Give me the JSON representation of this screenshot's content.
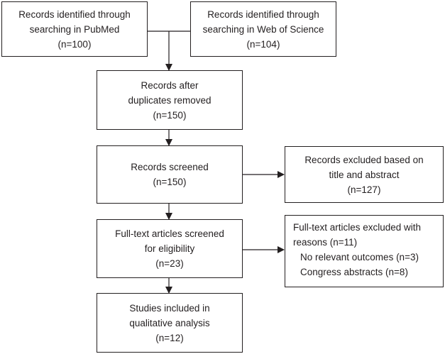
{
  "boxes": {
    "pubmed": {
      "lines": [
        "Records identified through",
        "searching in PubMed",
        "(n=100)"
      ]
    },
    "wos": {
      "lines": [
        "Records identified through",
        "searching in Web of Science",
        "(n=104)"
      ]
    },
    "after_duplicates": {
      "lines": [
        "Records after",
        "duplicates removed",
        "(n=150)"
      ]
    },
    "screened": {
      "lines": [
        "Records screened",
        "(n=150)"
      ]
    },
    "excluded_title": {
      "lines": [
        "Records excluded based on",
        "title and abstract",
        "(n=127)"
      ]
    },
    "fulltext": {
      "lines": [
        "Full-text articles screened",
        "for eligibility",
        "(n=23)"
      ]
    },
    "fulltext_excluded": {
      "lines": [
        "Full-text articles excluded with",
        "reasons  (n=11)"
      ],
      "reasons": [
        "No relevant outcomes (n=3)",
        "Congress abstracts (n=8)"
      ]
    },
    "included": {
      "lines": [
        "Studies included in",
        "qualitative analysis",
        "(n=12)"
      ]
    }
  },
  "colors": {
    "stroke": "#231f20",
    "background": "#ffffff"
  }
}
